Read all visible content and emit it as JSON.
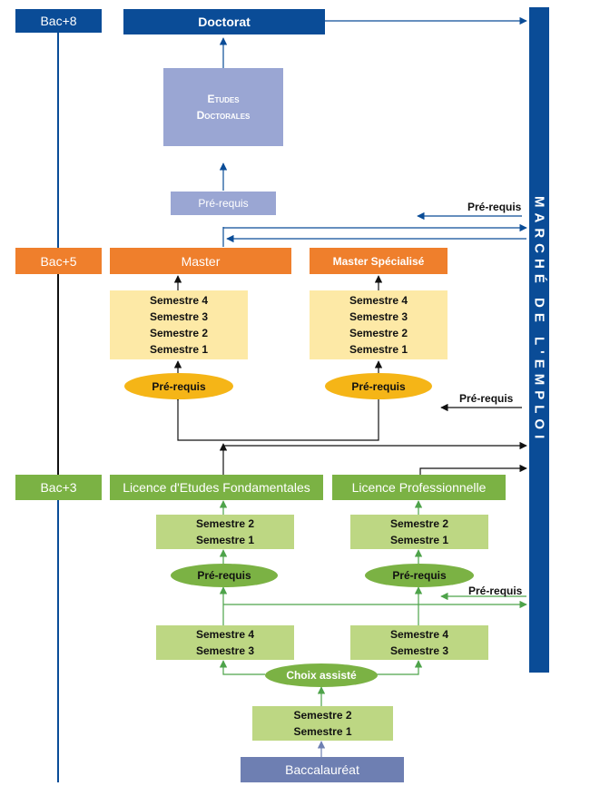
{
  "market_label": "MARCHÉ DE L'EMPLOI",
  "levels": {
    "bac8": "Bac+8",
    "bac5": "Bac+5",
    "bac3": "Bac+3"
  },
  "doctorat": "Doctorat",
  "etudes_doctorales": [
    "Etudes",
    "Doctorales"
  ],
  "prerequis_doctorat": "Pré-requis",
  "master": "Master",
  "master_specialise": "Master Spécialisé",
  "master_semesters": [
    "Semestre 4",
    "Semestre 3",
    "Semestre 2",
    "Semestre 1"
  ],
  "master_spec_semesters": [
    "Semestre 4",
    "Semestre 3",
    "Semestre 2",
    "Semestre 1"
  ],
  "master_prerequis": "Pré-requis",
  "master_spec_prerequis": "Pré-requis",
  "side_prerequis_1": "Pré-requis",
  "side_prerequis_2": "Pré-requis",
  "side_prerequis_3": "Pré-requis",
  "licence_fondamentales": "Licence d'Etudes Fondamentales",
  "licence_professionnelle": "Licence Professionnelle",
  "lf_upper_semesters": [
    "Semestre 2",
    "Semestre 1"
  ],
  "lp_upper_semesters": [
    "Semestre 2",
    "Semestre 1"
  ],
  "lf_prerequis": "Pré-requis",
  "lp_prerequis": "Pré-requis",
  "lf_lower_semesters": [
    "Semestre 4",
    "Semestre 3"
  ],
  "lp_lower_semesters": [
    "Semestre 4",
    "Semestre 3"
  ],
  "choix_assiste": "Choix assisté",
  "tronc_semesters": [
    "Semestre 2",
    "Semestre 1"
  ],
  "baccalaureat": "Baccalauréat",
  "colors": {
    "navy": "#0a4c97",
    "lavender": "#9aa6d3",
    "orange": "#ef7f2c",
    "cream": "#fde9a6",
    "yellow": "#f5b517",
    "green": "#7bb244",
    "light_green": "#bdd783",
    "slate": "#6e7fb2"
  }
}
